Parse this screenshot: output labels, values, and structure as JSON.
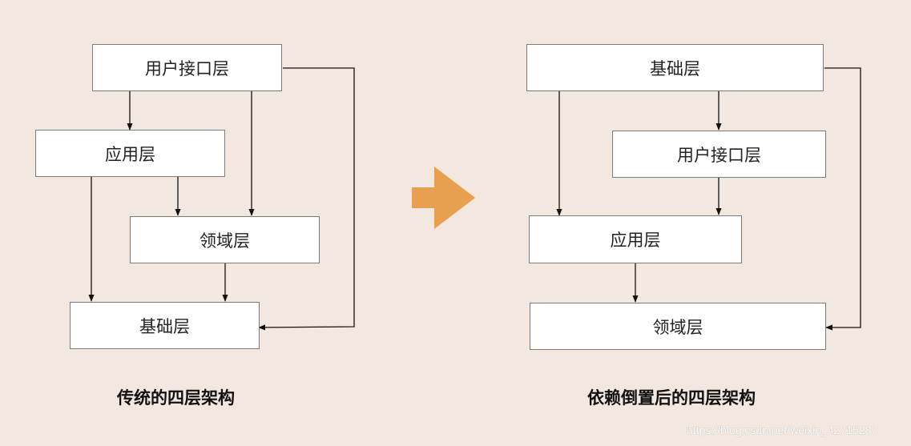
{
  "left": {
    "boxes": {
      "ui": "用户接口层",
      "app": "应用层",
      "domain": "领域层",
      "infra": "基础层"
    },
    "caption": "传统的四层架构"
  },
  "right": {
    "boxes": {
      "infra": "基础层",
      "ui": "用户接口层",
      "app": "应用层",
      "domain": "领域层"
    },
    "caption": "依赖倒置后的四层架构"
  },
  "watermark": "https://blog.csdn.net/weixin_42715287",
  "colors": {
    "background": "#f2e8df",
    "box_fill": "#ffffff",
    "box_border": "#7a7a7a",
    "arrow_line": "#111111",
    "transition_arrow": "#e8a050"
  }
}
